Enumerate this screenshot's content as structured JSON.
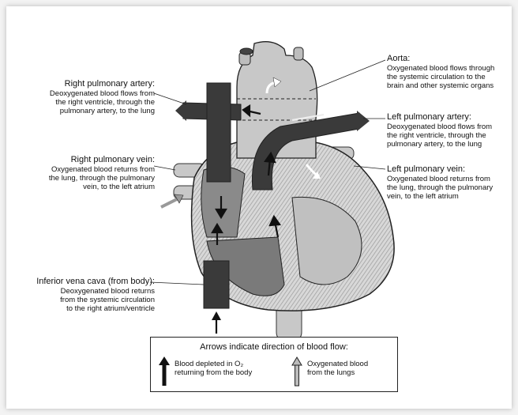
{
  "labels": {
    "aorta": {
      "title": "Aorta:",
      "desc": "Oxygenated blood flows through\nthe systemic circulation to the\nbrain and other systemic organs"
    },
    "right_pulmonary_artery": {
      "title": "Right pulmonary artery:",
      "desc": "Deoxygenated blood flows from\nthe right ventricle, through the\npulmonary artery, to the lung"
    },
    "left_pulmonary_artery": {
      "title": "Left pulmonary artery:",
      "desc": "Deoxygenated blood flows from\nthe right ventricle, through the\npulmonary artery, to the lung"
    },
    "right_pulmonary_vein": {
      "title": "Right pulmonary vein:",
      "desc": "Oxygenated blood returns from\nthe lung, through the pulmonary\nvein, to the left atrium"
    },
    "left_pulmonary_vein": {
      "title": "Left pulmonary vein:",
      "desc": "Oxygenated blood returns from\nthe lung, through the pulmonary\nvein, to the left atrium"
    },
    "inferior_vena_cava": {
      "title": "Inferior vena cava (from body):",
      "desc": "Deoxygenated blood returns\nfrom the systemic circulation\nto the right atrium/ventricle"
    }
  },
  "legend": {
    "title": "Arrows indicate direction of blood flow:",
    "depleted": "Blood depleted in O₂\nreturning from the body",
    "oxygenated": "Oxygenated blood\nfrom the lungs"
  },
  "colors": {
    "deoxygenated_vessel": "#3a3a3a",
    "oxygenated_vessel": "#c8c8c8",
    "heart_muscle": "#b5b5b5"
  }
}
